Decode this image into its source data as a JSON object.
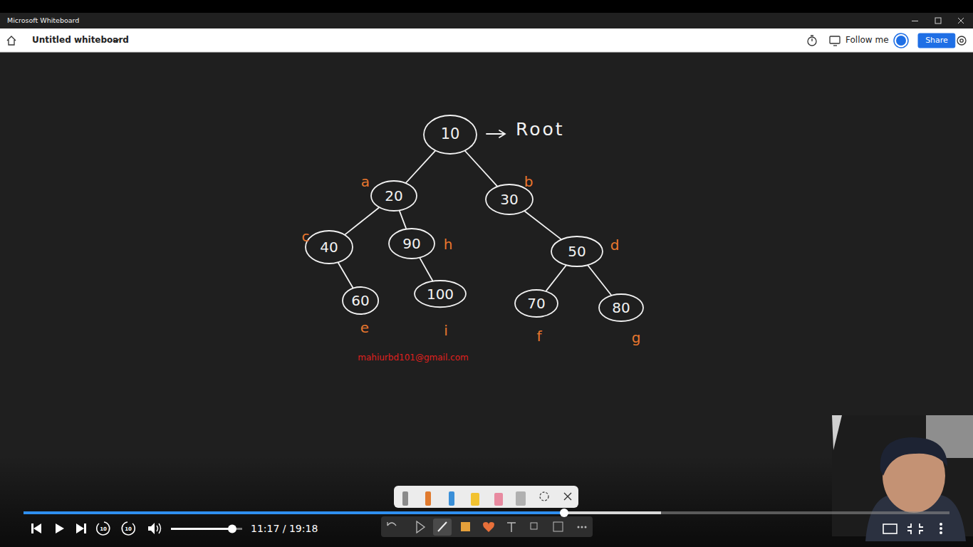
{
  "diagram": {
    "nodes": [
      {
        "text": [
          "Share"
        ]
      },
      {
        "text": [
          "10"
        ]
      },
      {
        "text": [
          "20"
        ]
      },
      {
        "text": [
          "30"
        ]
      },
      {
        "text": [
          "40"
        ]
      },
      {
        "text": [
          "90"
        ]
      },
      {
        "text": [
          "50"
        ]
      },
      {
        "text": [
          "60"
        ]
      },
      {
        "text": [
          "100"
        ]
      },
      {
        "text": [
          "70"
        ]
      },
      {
        "text": [
          "80"
        ]
      }
    ],
    "edges": [
      {
        "from": 1,
        "to": 2,
        "arrow": "none"
      },
      {
        "from": 1,
        "to": 3,
        "arrow": "none"
      },
      {
        "from": 2,
        "to": 4,
        "arrow": "none"
      },
      {
        "from": 2,
        "to": 5,
        "arrow": "none"
      },
      {
        "from": 3,
        "to": 6,
        "arrow": "none"
      },
      {
        "from": 4,
        "to": 7,
        "arrow": "none"
      },
      {
        "from": 5,
        "to": 8,
        "arrow": "none"
      },
      {
        "from": 6,
        "to": 9,
        "arrow": "none"
      },
      {
        "from": 6,
        "to": 10,
        "arrow": "none"
      }
    ],
    "labels": [
      "Microsoft Whiteboard",
      "Untitled whiteboard",
      "Follow me",
      "Root",
      "a",
      "b",
      "c",
      "h",
      "d",
      "e",
      "i",
      "f",
      "g",
      "mahiurbd101@gmail.com",
      "10",
      "10",
      "11:17 / 19:18"
    ]
  }
}
